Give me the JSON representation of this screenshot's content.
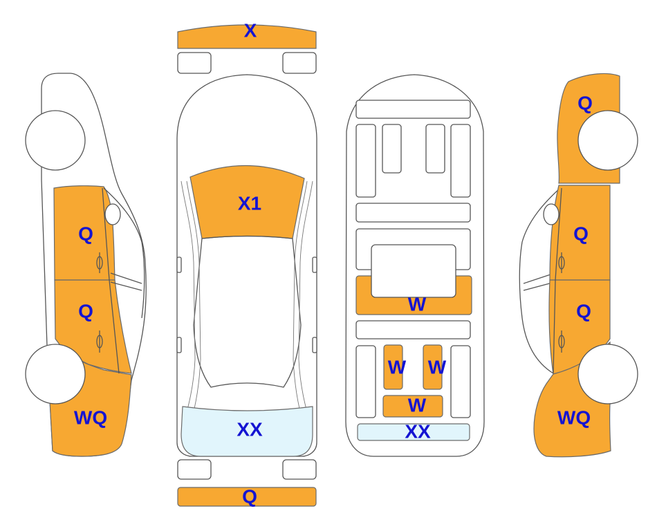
{
  "colors": {
    "damage": "#f7a832",
    "glass": "#e1f5fc",
    "label": "#1414d2",
    "outline": "#555555"
  },
  "labels": {
    "front_bumper": "X",
    "windshield": "X1",
    "rear_window": "XX",
    "rear_bumper": "Q",
    "floor_center": "W",
    "floor_seat_left": "W",
    "floor_seat_right": "W",
    "floor_rear": "W",
    "floor_trunk": "XX",
    "left_front_door": "Q",
    "left_rear_door": "Q",
    "left_rear_quarter": "WQ",
    "right_front_fender": "Q",
    "right_front_door": "Q",
    "right_rear_door": "Q",
    "right_rear_quarter": "WQ"
  }
}
